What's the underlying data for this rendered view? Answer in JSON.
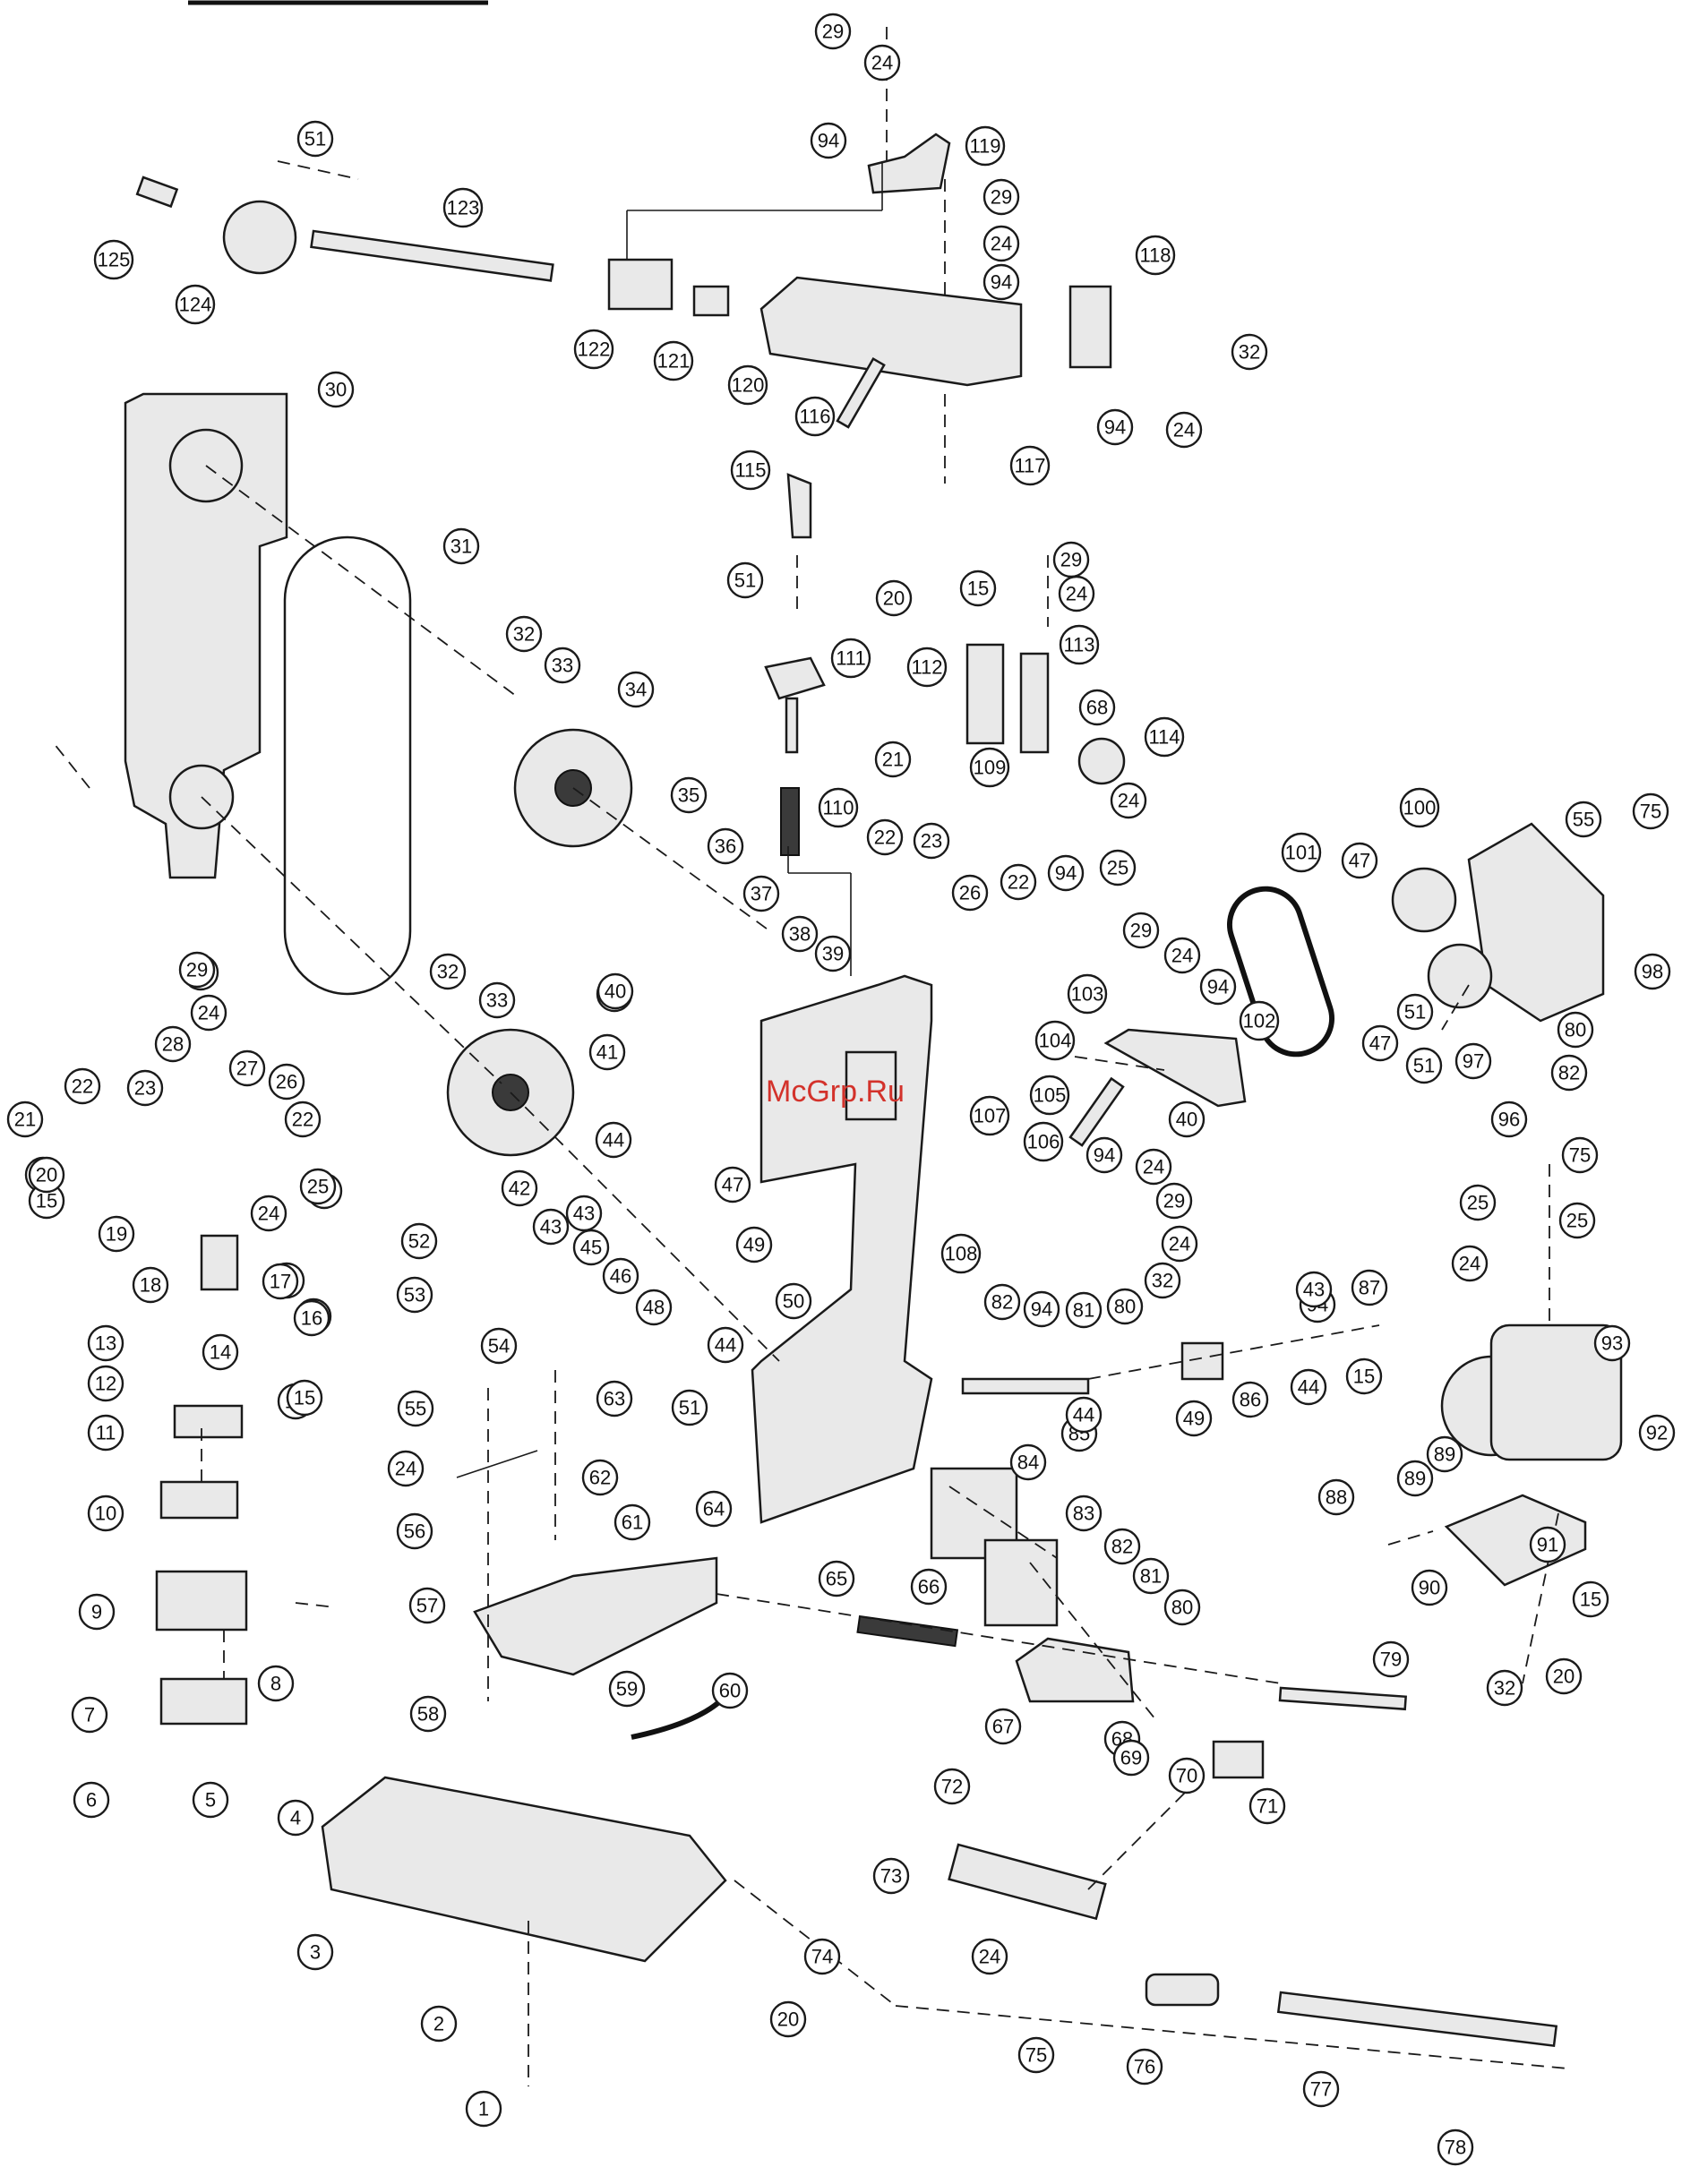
{
  "watermark": "McGrp.Ru",
  "callouts": [
    "1",
    "2",
    "3",
    "4",
    "5",
    "6",
    "7",
    "8",
    "9",
    "10",
    "11",
    "12",
    "13",
    "14",
    "15",
    "16",
    "17",
    "18",
    "19",
    "20",
    "21",
    "22",
    "23",
    "24",
    "25",
    "26",
    "27",
    "28",
    "29",
    "30",
    "31",
    "32",
    "33",
    "34",
    "35",
    "36",
    "37",
    "38",
    "39",
    "40",
    "41",
    "42",
    "43",
    "44",
    "45",
    "46",
    "47",
    "48",
    "49",
    "50",
    "51",
    "52",
    "53",
    "54",
    "55",
    "56",
    "57",
    "58",
    "59",
    "60",
    "61",
    "62",
    "63",
    "64",
    "65",
    "66",
    "67",
    "68",
    "69",
    "70",
    "71",
    "72",
    "73",
    "74",
    "75",
    "76",
    "77",
    "78",
    "79",
    "80",
    "81",
    "82",
    "83",
    "84",
    "85",
    "86",
    "87",
    "88",
    "89",
    "90",
    "91",
    "92",
    "93",
    "94",
    "96",
    "97",
    "98",
    "100",
    "101",
    "102",
    "103",
    "104",
    "105",
    "106",
    "107",
    "108",
    "109",
    "110",
    "111",
    "112",
    "113",
    "114",
    "115",
    "116",
    "117",
    "118",
    "119",
    "120",
    "121",
    "122",
    "123",
    "124",
    "125"
  ]
}
